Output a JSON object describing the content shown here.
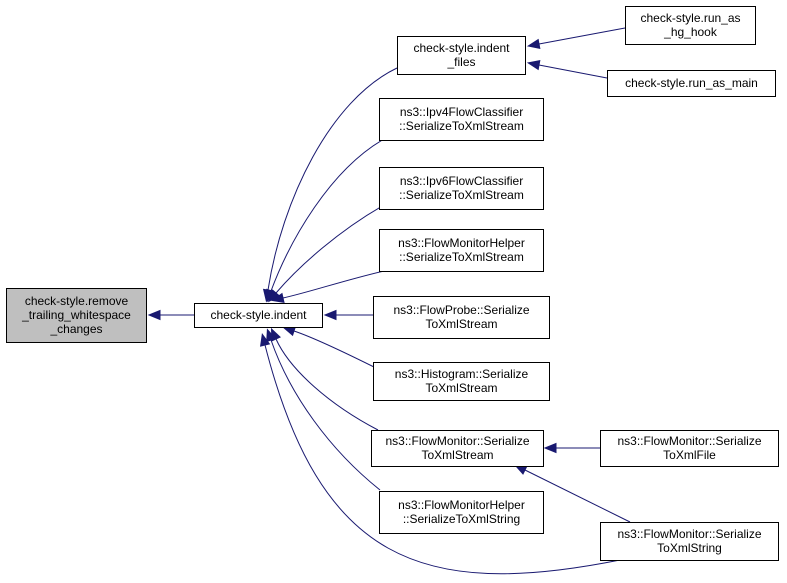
{
  "colors": {
    "edge": "#191970",
    "root_fill": "#bfbfbf",
    "node_fill": "#ffffff",
    "border": "#000000"
  },
  "nodes": [
    {
      "id": "remove_trailing",
      "lines": [
        "check-style.remove",
        "_trailing_whitespace",
        "_changes"
      ],
      "highlighted": true
    },
    {
      "id": "indent",
      "lines": [
        "check-style.indent"
      ]
    },
    {
      "id": "indent_files",
      "lines": [
        "check-style.indent",
        "_files"
      ]
    },
    {
      "id": "run_as_hg_hook",
      "lines": [
        "check-style.run_as",
        "_hg_hook"
      ]
    },
    {
      "id": "run_as_main",
      "lines": [
        "check-style.run_as_main"
      ]
    },
    {
      "id": "ipv4",
      "lines": [
        "ns3::Ipv4FlowClassifier",
        "::SerializeToXmlStream"
      ]
    },
    {
      "id": "ipv6",
      "lines": [
        "ns3::Ipv6FlowClassifier",
        "::SerializeToXmlStream"
      ]
    },
    {
      "id": "fmhelper_stream",
      "lines": [
        "ns3::FlowMonitorHelper",
        "::SerializeToXmlStream"
      ]
    },
    {
      "id": "flowprobe",
      "lines": [
        "ns3::FlowProbe::Serialize",
        "ToXmlStream"
      ]
    },
    {
      "id": "histogram",
      "lines": [
        "ns3::Histogram::Serialize",
        "ToXmlStream"
      ]
    },
    {
      "id": "fm_stream",
      "lines": [
        "ns3::FlowMonitor::Serialize",
        "ToXmlStream"
      ]
    },
    {
      "id": "fmhelper_string",
      "lines": [
        "ns3::FlowMonitorHelper",
        "::SerializeToXmlString"
      ]
    },
    {
      "id": "fm_file",
      "lines": [
        "ns3::FlowMonitor::Serialize",
        "ToXmlFile"
      ]
    },
    {
      "id": "fm_string",
      "lines": [
        "ns3::FlowMonitor::Serialize",
        "ToXmlString"
      ]
    }
  ],
  "edges": [
    {
      "from": "indent",
      "to": "remove_trailing"
    },
    {
      "from": "indent_files",
      "to": "indent"
    },
    {
      "from": "ipv4",
      "to": "indent"
    },
    {
      "from": "ipv6",
      "to": "indent"
    },
    {
      "from": "fmhelper_stream",
      "to": "indent"
    },
    {
      "from": "flowprobe",
      "to": "indent"
    },
    {
      "from": "histogram",
      "to": "indent"
    },
    {
      "from": "fm_stream",
      "to": "indent"
    },
    {
      "from": "fmhelper_string",
      "to": "indent"
    },
    {
      "from": "fm_string",
      "to": "indent"
    },
    {
      "from": "run_as_hg_hook",
      "to": "indent_files"
    },
    {
      "from": "run_as_main",
      "to": "indent_files"
    },
    {
      "from": "fm_file",
      "to": "fm_stream"
    },
    {
      "from": "fm_string",
      "to": "fm_stream"
    }
  ]
}
